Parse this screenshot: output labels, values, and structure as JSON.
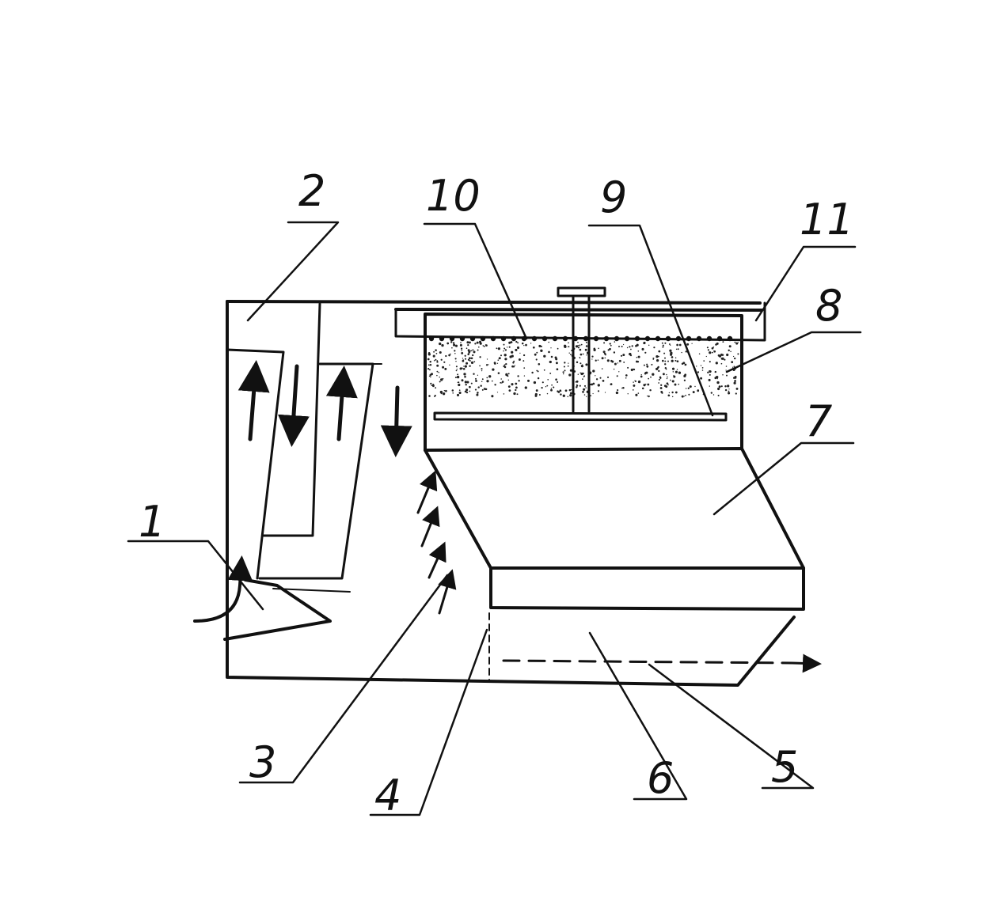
{
  "labels": {
    "l1": "1",
    "l2": "2",
    "l3": "3",
    "l4": "4",
    "l5": "5",
    "l6": "6",
    "l7": "7",
    "l8": "8",
    "l9": "9",
    "l10": "10",
    "l11": "11"
  },
  "colors": {
    "ink": "#111111",
    "background": "#ffffff"
  },
  "icons": {
    "flow": "arrow-icon"
  }
}
